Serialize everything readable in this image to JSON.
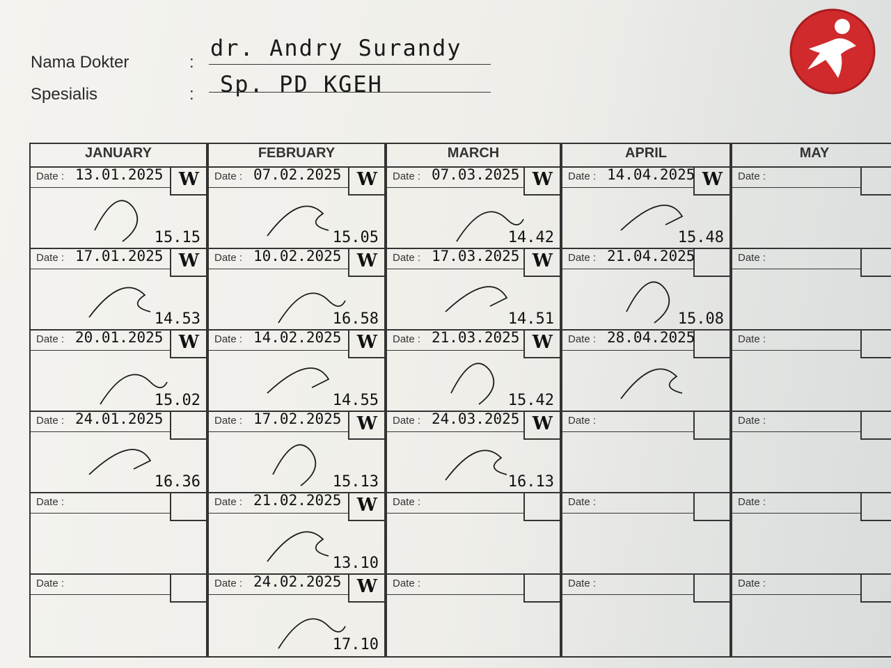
{
  "header": {
    "doctor_label": "Nama Dokter",
    "doctor_value": "dr. Andry Surandy",
    "specialist_label": "Spesialis",
    "specialist_value": "Sp. PD KGEH",
    "colon": ":"
  },
  "colors": {
    "logo_red": "#d12a2c",
    "ink": "#111111",
    "paper": "#f2f1ec"
  },
  "months": [
    {
      "name": "JANUARY",
      "entries": [
        {
          "date_label": "Date :",
          "date": "13.01.2025",
          "time": "15.15",
          "initial": "W"
        },
        {
          "date_label": "Date :",
          "date": "17.01.2025",
          "time": "14.53",
          "initial": "W"
        },
        {
          "date_label": "Date :",
          "date": "20.01.2025",
          "time": "15.02",
          "initial": "W"
        },
        {
          "date_label": "Date :",
          "date": "24.01.2025",
          "time": "16.36",
          "initial": ""
        },
        {
          "date_label": "Date :",
          "date": "",
          "time": "",
          "initial": ""
        },
        {
          "date_label": "Date :",
          "date": "",
          "time": "",
          "initial": ""
        }
      ]
    },
    {
      "name": "FEBRUARY",
      "entries": [
        {
          "date_label": "Date :",
          "date": "07.02.2025",
          "time": "15.05",
          "initial": "W"
        },
        {
          "date_label": "Date :",
          "date": "10.02.2025",
          "time": "16.58",
          "initial": "W"
        },
        {
          "date_label": "Date :",
          "date": "14.02.2025",
          "time": "14.55",
          "initial": "W"
        },
        {
          "date_label": "Date :",
          "date": "17.02.2025",
          "time": "15.13",
          "initial": "W"
        },
        {
          "date_label": "Date :",
          "date": "21.02.2025",
          "time": "13.10",
          "initial": "W"
        },
        {
          "date_label": "Date :",
          "date": "24.02.2025",
          "time": "17.10",
          "initial": "W"
        }
      ]
    },
    {
      "name": "MARCH",
      "entries": [
        {
          "date_label": "Date :",
          "date": "07.03.2025",
          "time": "14.42",
          "initial": "W"
        },
        {
          "date_label": "Date :",
          "date": "17.03.2025",
          "time": "14.51",
          "initial": "W"
        },
        {
          "date_label": "Date :",
          "date": "21.03.2025",
          "time": "15.42",
          "initial": "W"
        },
        {
          "date_label": "Date :",
          "date": "24.03.2025",
          "time": "16.13",
          "initial": "W"
        },
        {
          "date_label": "Date :",
          "date": "",
          "time": "",
          "initial": ""
        },
        {
          "date_label": "Date :",
          "date": "",
          "time": "",
          "initial": ""
        }
      ]
    },
    {
      "name": "APRIL",
      "entries": [
        {
          "date_label": "Date :",
          "date": "14.04.2025",
          "time": "15.48",
          "initial": "W"
        },
        {
          "date_label": "Date :",
          "date": "21.04.2025",
          "time": "15.08",
          "initial": ""
        },
        {
          "date_label": "Date :",
          "date": "28.04.2025",
          "time": "",
          "initial": ""
        },
        {
          "date_label": "Date :",
          "date": "",
          "time": "",
          "initial": ""
        },
        {
          "date_label": "Date :",
          "date": "",
          "time": "",
          "initial": ""
        },
        {
          "date_label": "Date :",
          "date": "",
          "time": "",
          "initial": ""
        }
      ]
    },
    {
      "name": "MAY",
      "entries": [
        {
          "date_label": "Date :",
          "date": "",
          "time": "",
          "initial": ""
        },
        {
          "date_label": "Date :",
          "date": "",
          "time": "",
          "initial": ""
        },
        {
          "date_label": "Date :",
          "date": "",
          "time": "",
          "initial": ""
        },
        {
          "date_label": "Date :",
          "date": "",
          "time": "",
          "initial": ""
        },
        {
          "date_label": "Date :",
          "date": "",
          "time": "",
          "initial": ""
        },
        {
          "date_label": "Date :",
          "date": "",
          "time": "",
          "initial": ""
        }
      ]
    }
  ]
}
